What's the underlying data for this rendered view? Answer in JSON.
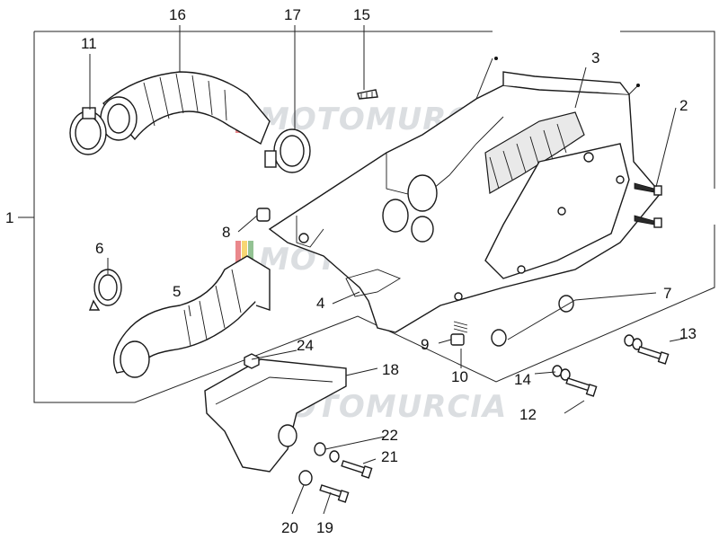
{
  "watermark": {
    "text": "MOTOMURCIA",
    "colors": [
      "#d9272e",
      "#f0b400",
      "#3a8f3a"
    ]
  },
  "callouts": [
    {
      "id": "c1",
      "label": "1"
    },
    {
      "id": "c2",
      "label": "2"
    },
    {
      "id": "c3",
      "label": "3"
    },
    {
      "id": "c4",
      "label": "4"
    },
    {
      "id": "c5",
      "label": "5"
    },
    {
      "id": "c6",
      "label": "6"
    },
    {
      "id": "c7",
      "label": "7"
    },
    {
      "id": "c8",
      "label": "8"
    },
    {
      "id": "c9",
      "label": "9"
    },
    {
      "id": "c10",
      "label": "10"
    },
    {
      "id": "c11",
      "label": "11"
    },
    {
      "id": "c12",
      "label": "12"
    },
    {
      "id": "c13",
      "label": "13"
    },
    {
      "id": "c14",
      "label": "14"
    },
    {
      "id": "c15",
      "label": "15"
    },
    {
      "id": "c16",
      "label": "16"
    },
    {
      "id": "c17",
      "label": "17"
    },
    {
      "id": "c18",
      "label": "18"
    },
    {
      "id": "c19",
      "label": "19"
    },
    {
      "id": "c20",
      "label": "20"
    },
    {
      "id": "c21",
      "label": "21"
    },
    {
      "id": "c22",
      "label": "22"
    },
    {
      "id": "c24",
      "label": "24"
    }
  ]
}
